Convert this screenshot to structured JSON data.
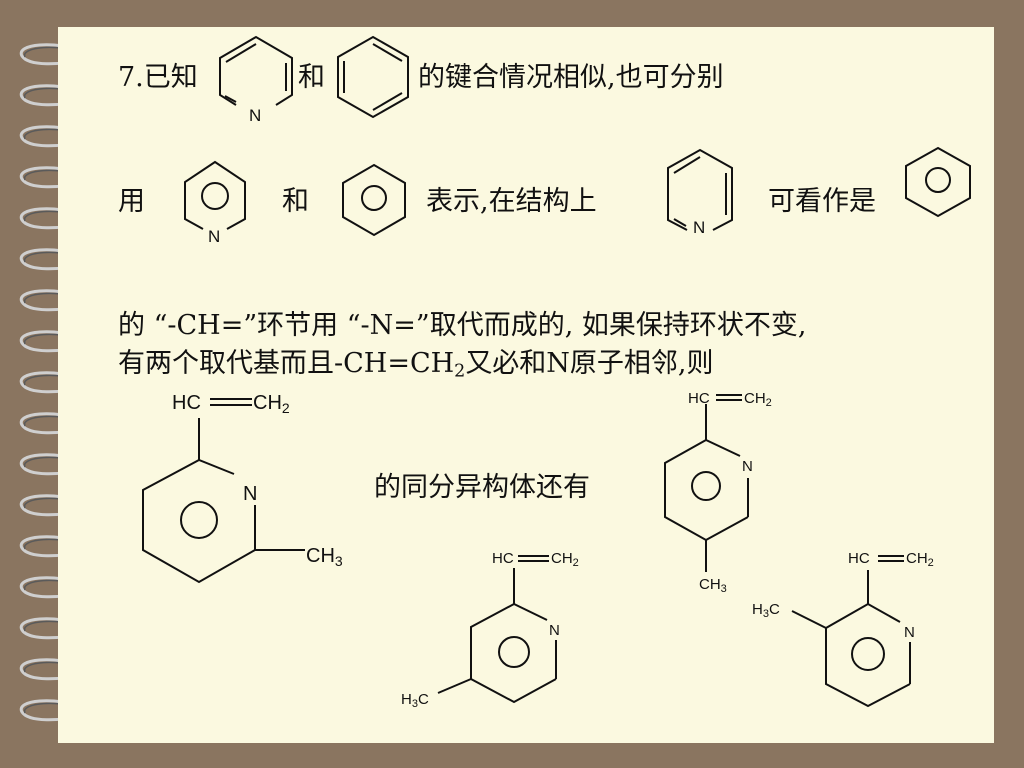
{
  "line1": {
    "prefix": "7.已知",
    "and": "和",
    "suffix": "的键合情况相似,也可分别"
  },
  "line2": {
    "prefix": "用",
    "and": "和",
    "mid": "表示,在结构上",
    "suffix": "可看作是"
  },
  "line3": "的 “-CH=”环节用 “-N=”取代而成的, 如果保持环状不变,",
  "line4": {
    "a": "有两个取代基而且-CH=CH",
    "sub": "2",
    "b": "又必和N原子相邻,则"
  },
  "isomer_text": "的同分异构体还有",
  "labels": {
    "N": "N",
    "HC": "HC",
    "CH": "CH",
    "two": "2",
    "three": "3",
    "H": "H",
    "C": "C"
  }
}
